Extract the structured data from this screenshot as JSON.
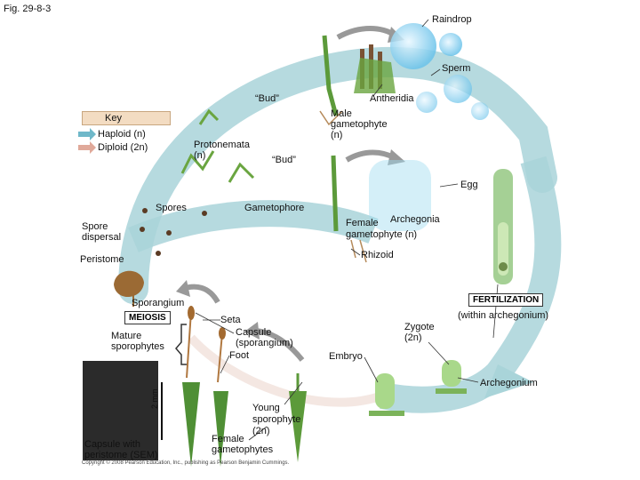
{
  "figure_label": "Fig. 29-8-3",
  "key": {
    "title": "Key",
    "haploid": "Haploid (n)",
    "diploid": "Diploid (2n)",
    "haploid_color": "#6fb8c9",
    "diploid_color": "#e0a99a"
  },
  "labels": {
    "raindrop": "Raindrop",
    "sperm": "Sperm",
    "bud_top": "“Bud”",
    "antheridia": "Antheridia",
    "male_gametophyte_1": "Male",
    "male_gametophyte_2": "gametophyte",
    "male_gametophyte_3": "(n)",
    "protonemata_1": "Protonemata",
    "protonemata_2": "(n)",
    "bud_mid": "“Bud”",
    "egg": "Egg",
    "spores": "Spores",
    "gametophore": "Gametophore",
    "spore_dispersal_1": "Spore",
    "spore_dispersal_2": "dispersal",
    "archegonia": "Archegonia",
    "female_gametophyte_1": "Female",
    "female_gametophyte_2": "gametophyte (n)",
    "peristome": "Peristome",
    "rhizoid": "Rhizoid",
    "sporangium": "Sporangium",
    "fertilization": "FERTILIZATION",
    "within_archegonium": "(within archegonium)",
    "meiosis": "MEIOSIS",
    "seta": "Seta",
    "capsule_1": "Capsule",
    "capsule_2": "(sporangium)",
    "foot": "Foot",
    "mature_sporophytes_1": "Mature",
    "mature_sporophytes_2": "sporophytes",
    "zygote_1": "Zygote",
    "zygote_2": "(2n)",
    "embryo": "Embryo",
    "archegonium": "Archegonium",
    "young_sporophyte_1": "Young",
    "young_sporophyte_2": "sporophyte",
    "young_sporophyte_3": "(2n)",
    "female_gametophytes_1": "Female",
    "female_gametophytes_2": "gametophytes",
    "scale": "2 mm",
    "capsule_sem_1": "Capsule with",
    "capsule_sem_2": "peristome (SEM)",
    "copyright": "Copyright © 2008 Pearson Education, Inc., publishing as Pearson Benjamin Cummings."
  },
  "colors": {
    "cycle_band": "#a9d4d9",
    "cycle_band_dark": "#8fc4ca",
    "moss_green": "#5c9a3a",
    "moss_light": "#8cc05a",
    "capsule_brown": "#8a5a2b",
    "water_blue": "#8ed0ef"
  }
}
